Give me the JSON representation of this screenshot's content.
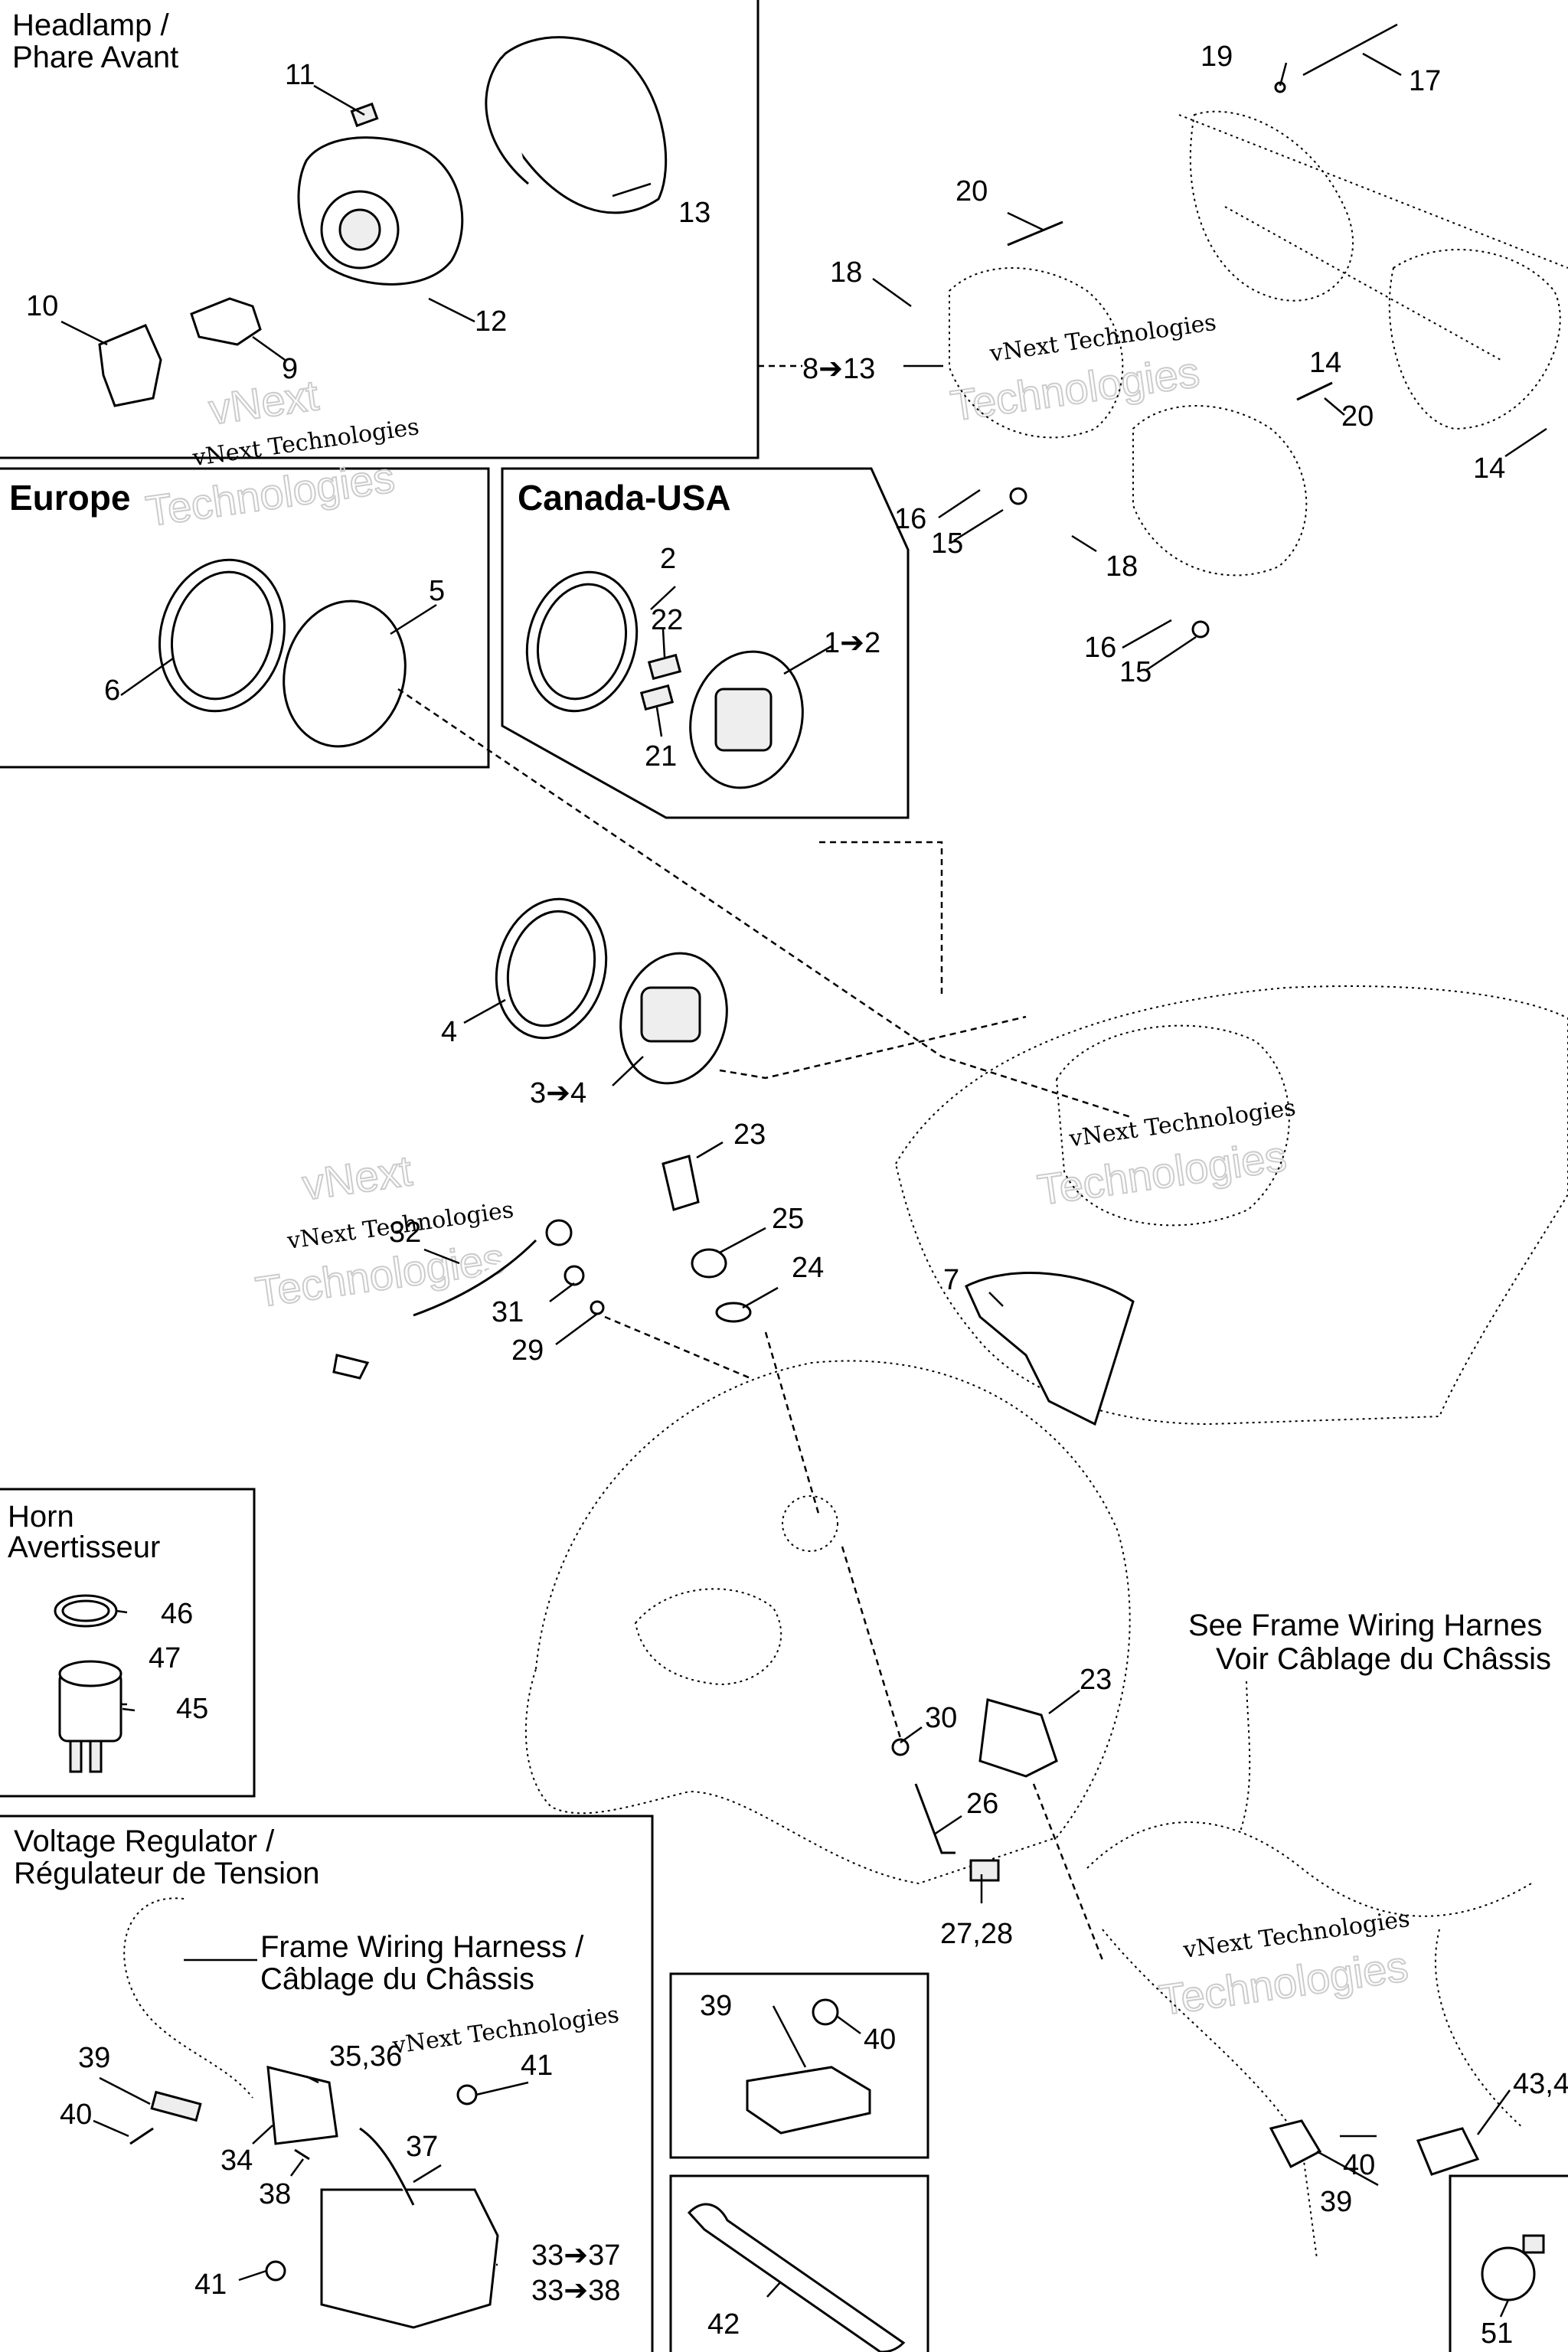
{
  "sections": {
    "headlamp": {
      "title_1": "Headlamp /",
      "title_2": "Phare Avant"
    },
    "europe": {
      "title": "Europe"
    },
    "canada_usa": {
      "title": "Canada-USA"
    },
    "horn": {
      "title_1": "Horn",
      "title_2": "Avertisseur"
    },
    "voltage_regulator": {
      "title_1": "Voltage Regulator /",
      "title_2": "Régulateur de Tension"
    }
  },
  "notes": {
    "frame_wiring_1": "Frame Wiring Harness /",
    "frame_wiring_2": "Câblage du Châssis",
    "see_frame_1": "See Frame Wiring Harnes",
    "see_frame_2": "Voir Câblage du Châssis"
  },
  "watermark": {
    "line1": "vNext Technologies",
    "line2": "Technologies",
    "line3": "vNext"
  },
  "callouts": {
    "c1_2": "1➔2",
    "c2": "2",
    "c3_4": "3➔4",
    "c4": "4",
    "c5": "5",
    "c6": "6",
    "c7": "7",
    "c8_13": "8➔13",
    "c9": "9",
    "c10": "10",
    "c11": "11",
    "c12": "12",
    "c13": "13",
    "c14a": "14",
    "c14b": "14",
    "c15a": "15",
    "c15b": "15",
    "c16a": "16",
    "c16b": "16",
    "c17": "17",
    "c18a": "18",
    "c18b": "18",
    "c19": "19",
    "c20a": "20",
    "c20b": "20",
    "c21": "21",
    "c22": "22",
    "c23a": "23",
    "c23b": "23",
    "c24": "24",
    "c25": "25",
    "c26": "26",
    "c27_28": "27,28",
    "c29": "29",
    "c30": "30",
    "c31": "31",
    "c32": "32",
    "c33_37": "33➔37",
    "c33_38": "33➔38",
    "c34": "34",
    "c35_36": "35,36",
    "c37": "37",
    "c38": "38",
    "c39a": "39",
    "c39b": "39",
    "c39c": "39",
    "c40a": "40",
    "c40b": "40",
    "c40c": "40",
    "c41a": "41",
    "c41b": "41",
    "c42": "42",
    "c43_44": "43,4",
    "c45": "45",
    "c46": "46",
    "c47": "47",
    "c51": "51"
  }
}
